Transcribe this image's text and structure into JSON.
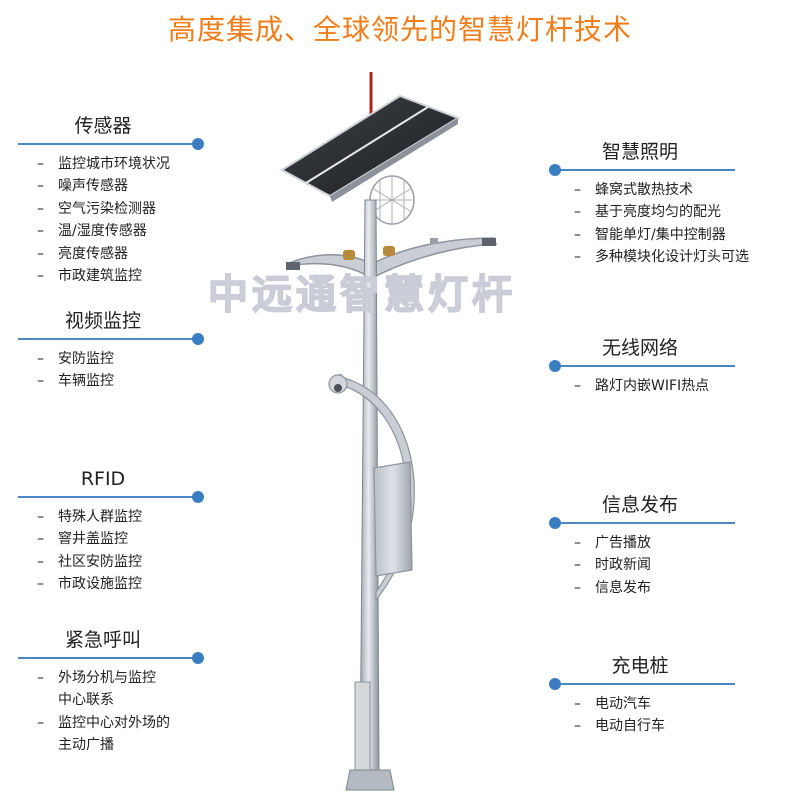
{
  "title": "高度集成、全球领先的智慧灯杆技术",
  "watermark": "中远通智慧灯杆",
  "colors": {
    "title": "#f07d1a",
    "rule": "#4a87c4",
    "dot": "#3b7dc1"
  },
  "left_panels": [
    {
      "name": "sensor",
      "heading": "传感器",
      "items": [
        "监控城市环境状况",
        "噪声传感器",
        "空气污染检测器",
        "温/湿度传感器",
        "亮度传感器",
        "市政建筑监控"
      ]
    },
    {
      "name": "video",
      "heading": "视频监控",
      "items": [
        "安防监控",
        "车辆监控"
      ]
    },
    {
      "name": "rfid",
      "heading": "RFID",
      "items": [
        "特殊人群监控",
        "窨井盖监控",
        "社区安防监控",
        "市政设施监控"
      ]
    },
    {
      "name": "emergency",
      "heading": "紧急呼叫",
      "items": [
        "外场分机与监控",
        "中心联系",
        "监控中心对外场的",
        "主动广播"
      ]
    }
  ],
  "right_panels": [
    {
      "name": "lighting",
      "heading": "智慧照明",
      "items": [
        "蜂窝式散热技术",
        "基于亮度均匀的配光",
        "智能单灯/集中控制器",
        "多种模块化设计灯头可选"
      ]
    },
    {
      "name": "wireless",
      "heading": "无线网络",
      "items": [
        "路灯内嵌WIFI热点"
      ]
    },
    {
      "name": "info",
      "heading": "信息发布",
      "items": [
        "广告播放",
        "时政新闻",
        "信息发布"
      ]
    },
    {
      "name": "charging",
      "heading": "充电桩",
      "items": [
        "电动汽车",
        "电动自行车"
      ]
    }
  ]
}
